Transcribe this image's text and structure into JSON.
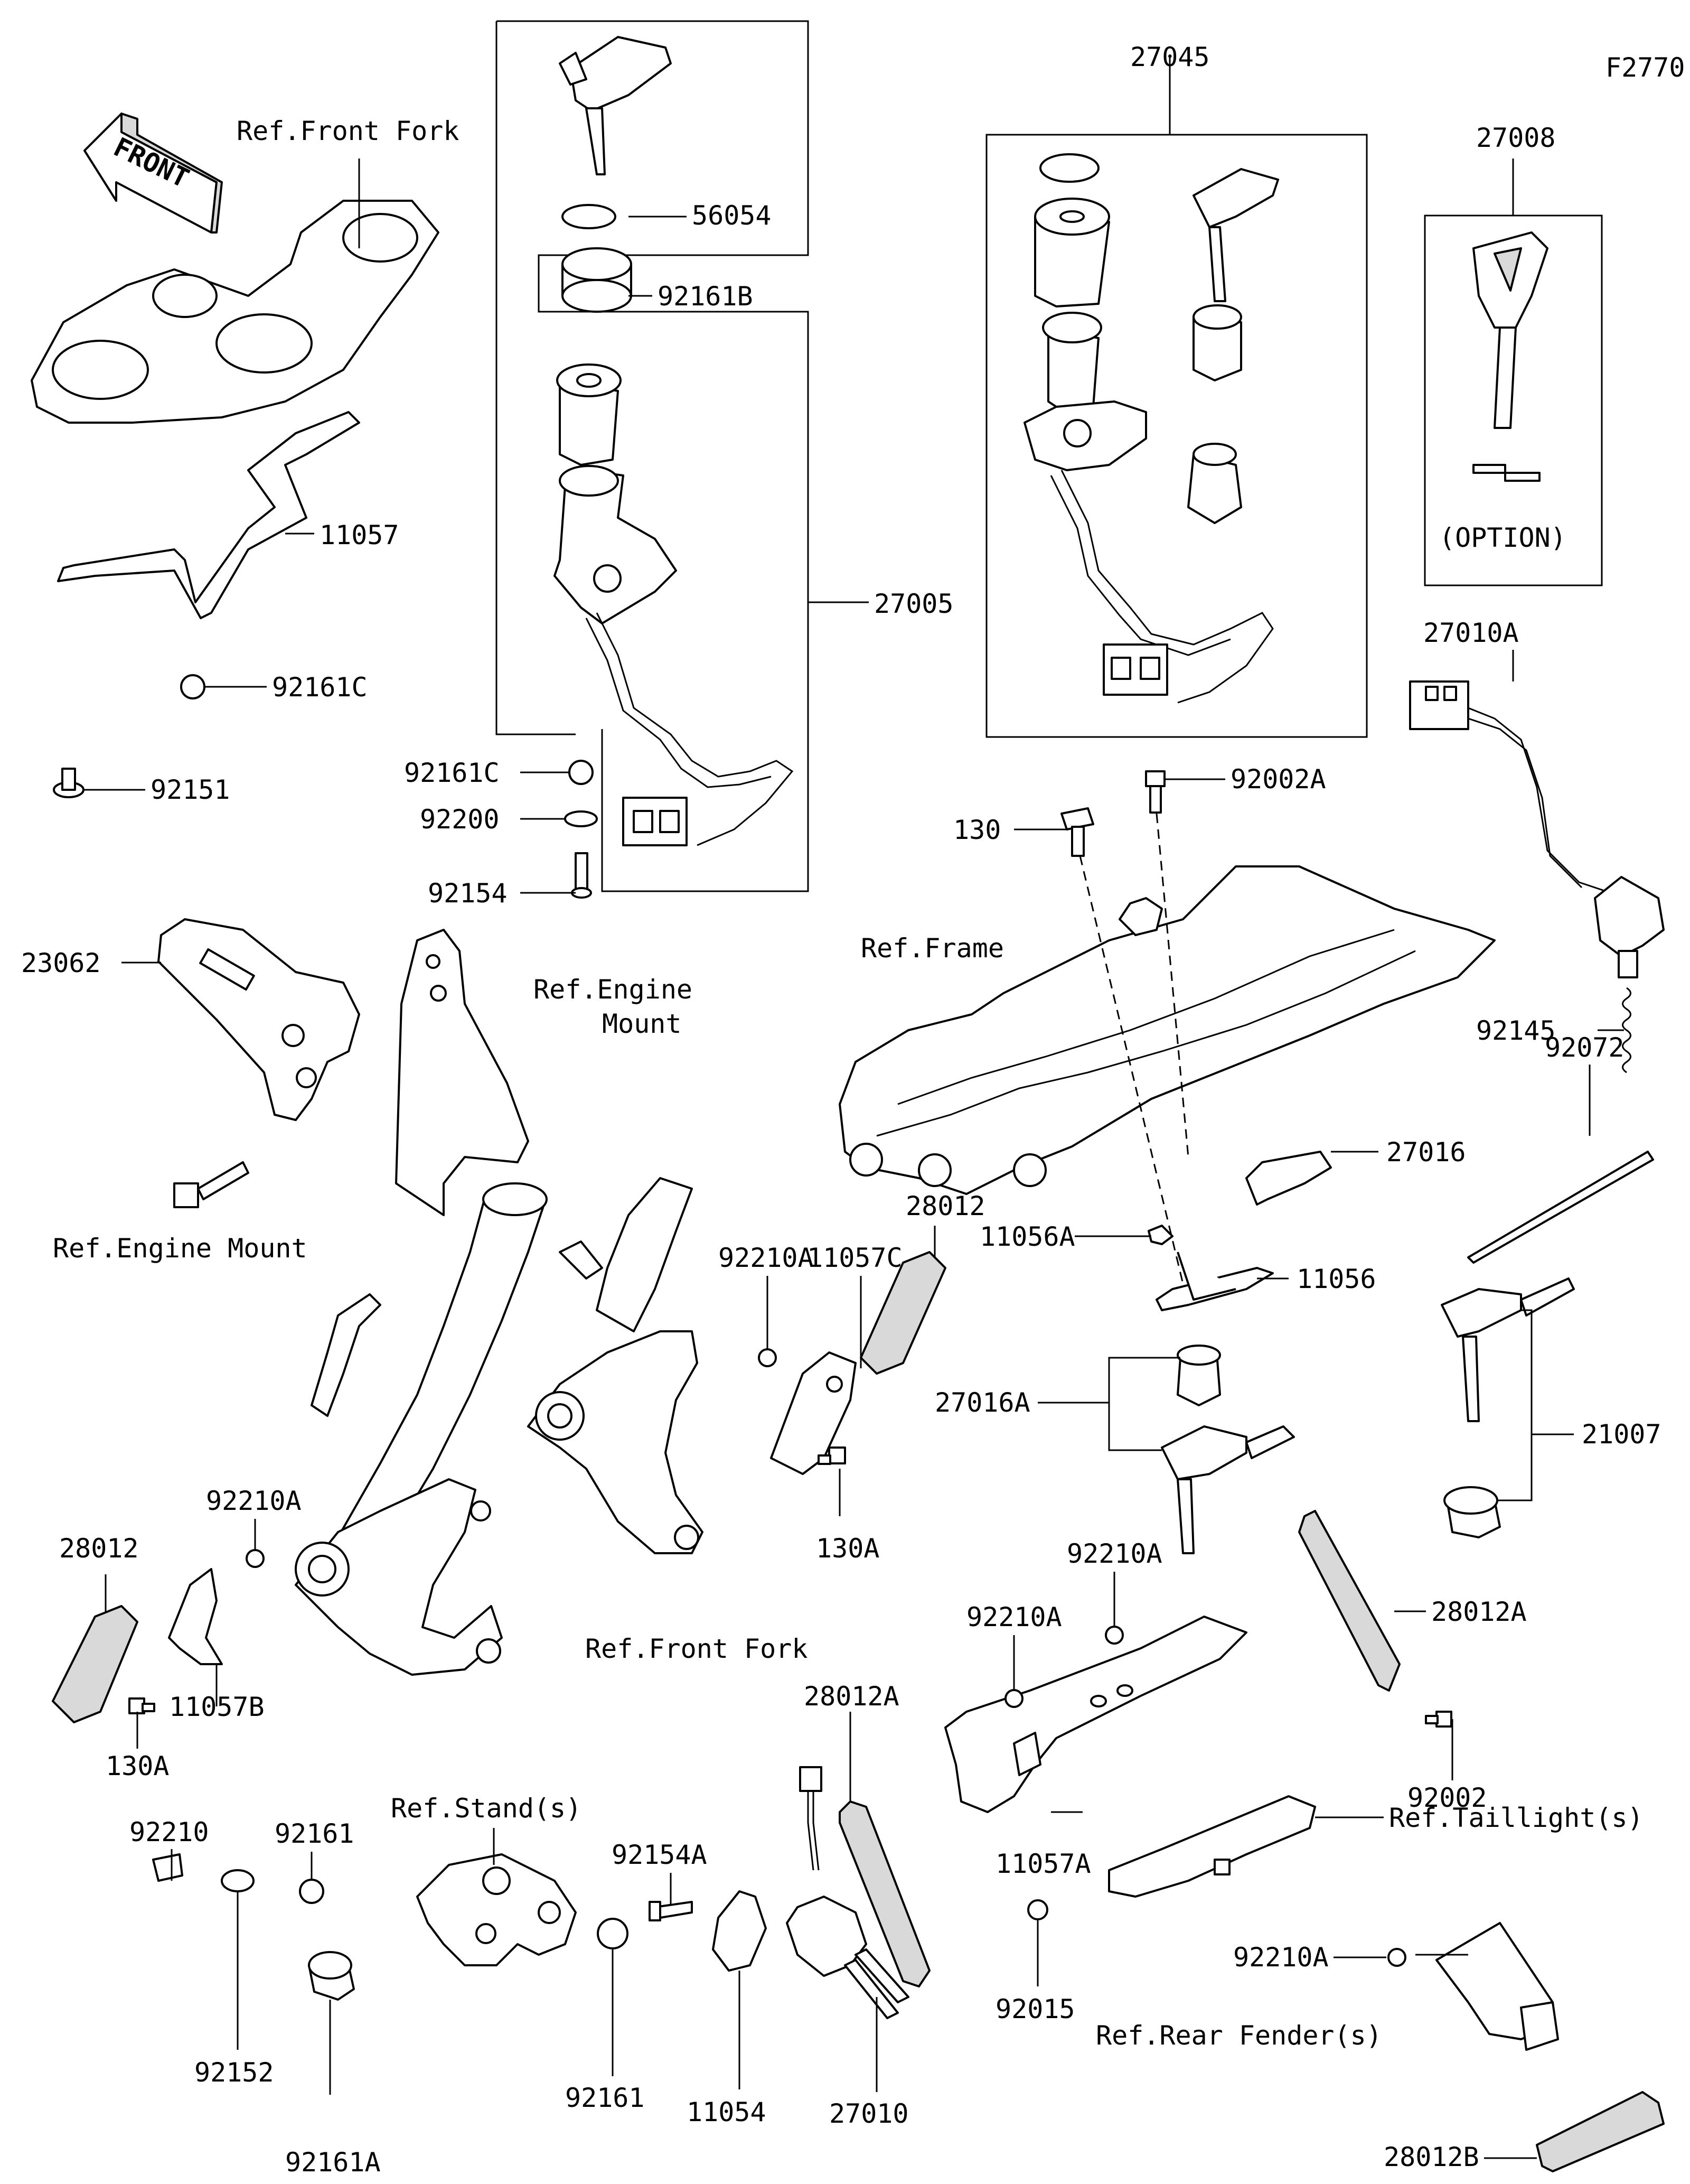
{
  "diagram_code": "F2770",
  "front_label": "FRONT",
  "refs": {
    "front_fork_top": "Ref.Front Fork",
    "engine_mount_right_1": "Ref.Engine",
    "engine_mount_right_2": "Mount",
    "engine_mount_bottom": "Ref.Engine Mount",
    "frame": "Ref.Frame",
    "front_fork_bottom": "Ref.Front Fork",
    "stands": "Ref.Stand(s)",
    "taillights": "Ref.Taillight(s)",
    "rear_fender": "Ref.Rear Fender(s)"
  },
  "option_label": "(OPTION)",
  "parts": {
    "p27045": "27045",
    "p27008": "27008",
    "p56054": "56054",
    "p92161B": "92161B",
    "p11057": "11057",
    "p92161C_a": "92161C",
    "p27005": "27005",
    "p92151": "92151",
    "p92161C_b": "92161C",
    "p92200": "92200",
    "p92154": "92154",
    "p27010A": "27010A",
    "p92002A": "92002A",
    "p130": "130",
    "p23062": "23062",
    "p92145": "92145",
    "p92072": "92072",
    "p27016": "27016",
    "p28012_a": "28012",
    "p11057C": "11057C",
    "p92210A_a": "92210A",
    "p11056A": "11056A",
    "p11056": "11056",
    "p27016A": "27016A",
    "p21007": "21007",
    "p130A_a": "130A",
    "p92210A_b": "92210A",
    "p28012_b": "28012",
    "p92210A_c": "92210A",
    "p28012A_a": "28012A",
    "p92210A_d": "92210A",
    "p28012A_b": "28012A",
    "p11057B": "11057B",
    "p130A_b": "130A",
    "p92002": "92002",
    "p11057A": "11057A",
    "p92210": "92210",
    "p92161_a": "92161",
    "p92154A": "92154A",
    "p92015": "92015",
    "p92210A_e": "92210A",
    "p92152": "92152",
    "p92161_b": "92161",
    "p11054": "11054",
    "p27010": "27010",
    "p92161A": "92161A",
    "p28012B": "28012B"
  }
}
